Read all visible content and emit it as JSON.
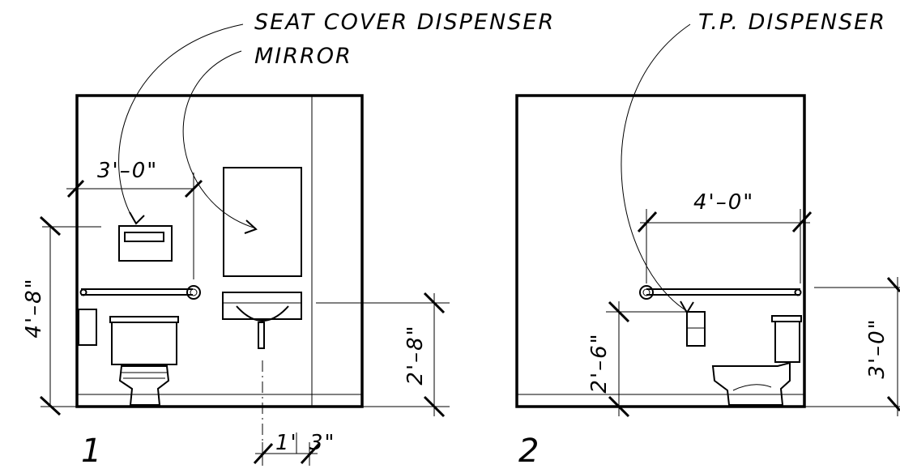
{
  "labels": {
    "seat_cover_dispenser": "SEAT COVER DISPENSER",
    "mirror": "MIRROR",
    "tp_dispenser": "T.P. DISPENSER"
  },
  "elevation_1": {
    "number": "1",
    "dim_grab_bar_height": "3'–0\"",
    "dim_seat_cover": "4'–8\"",
    "dim_lavatory": "2'–8\"",
    "dim_lav_offset_a": "1'",
    "dim_lav_offset_b": "3\""
  },
  "elevation_2": {
    "number": "2",
    "dim_grab_bar_length": "4'–0\"",
    "dim_tp_height": "2'–6\"",
    "dim_grab_bar_height": "3'–0\""
  }
}
